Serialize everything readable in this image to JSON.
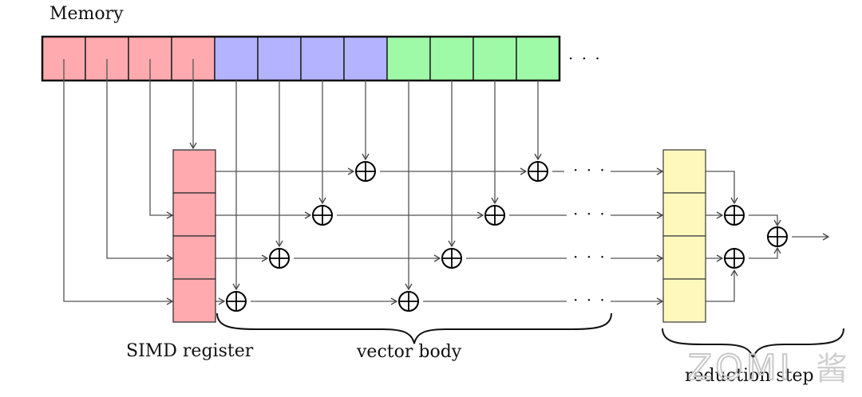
{
  "title": "Memory",
  "memory": {
    "cells": [
      {
        "group": "a",
        "color": "#ffaaaf"
      },
      {
        "group": "a",
        "color": "#ffaaaf"
      },
      {
        "group": "a",
        "color": "#ffaaaf"
      },
      {
        "group": "a",
        "color": "#ffaaaf"
      },
      {
        "group": "b",
        "color": "#b3b3ff"
      },
      {
        "group": "b",
        "color": "#b3b3ff"
      },
      {
        "group": "b",
        "color": "#b3b3ff"
      },
      {
        "group": "b",
        "color": "#b3b3ff"
      },
      {
        "group": "c",
        "color": "#9ffaa8"
      },
      {
        "group": "c",
        "color": "#9ffaa8"
      },
      {
        "group": "c",
        "color": "#9ffaa8"
      },
      {
        "group": "c",
        "color": "#9ffaa8"
      }
    ],
    "continuation": "· · ·"
  },
  "simd_register": {
    "label": "SIMD register",
    "lanes": 4,
    "color": "#ffaaaf"
  },
  "vector_body": {
    "label": "vector body",
    "operator": "⊕",
    "continuation": "· · ·"
  },
  "reduction": {
    "label": "reduction step",
    "lanes": 4,
    "color": "#fff8bd",
    "operator": "⊕"
  },
  "watermark": {
    "text": "ZOMI",
    "suffix": "酱"
  }
}
